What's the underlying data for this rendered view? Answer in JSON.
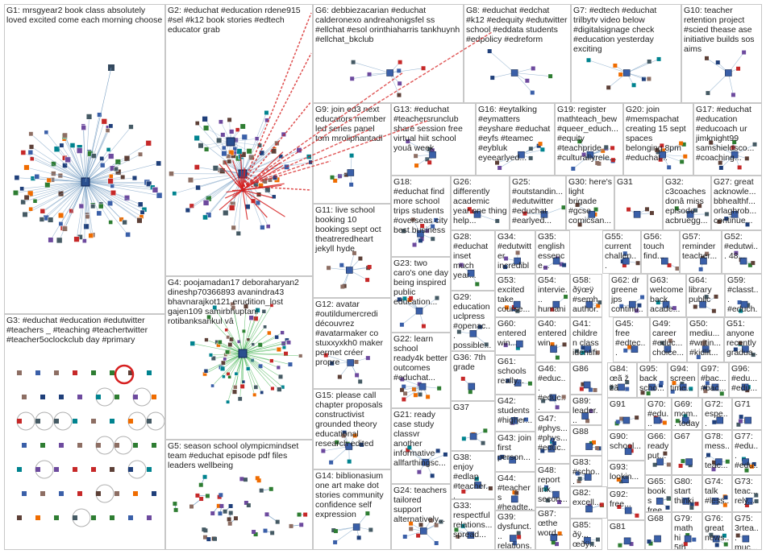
{
  "colors": {
    "edge": "#7aa0c4",
    "edge_dark": "#9ab8d6",
    "edge_red": "#d62020",
    "edge_green": "#3cb04a",
    "cell_border": "#c8c8c8",
    "label": "#222222",
    "node_palette": [
      "#1f3f7a",
      "#3a5fa8",
      "#6d4a9e",
      "#2e7d32",
      "#c62828",
      "#8d6e63",
      "#455a64",
      "#ef6c00",
      "#00838f",
      "#5d4037"
    ]
  },
  "groups": [
    {
      "id": "G1",
      "label": "G1: mrsgyear2 book class absolutely loved excited come each morning choose"
    },
    {
      "id": "G2",
      "label": "G2: #educhat #education rdene915 #sel #k12 book stories #edtech educator grab"
    },
    {
      "id": "G3",
      "label": "G3: #educhat #education #edutwitter #teachers _ #teaching #teachertwitter #teacher5oclockclub day #primary"
    },
    {
      "id": "G4",
      "label": "G4: poojamadan17 deboraharyan2 dineshp70366893 avanindra43 bhavnarajkot121 erudition_lost gajen109 samirbhuptani rotibanksankul vâ"
    },
    {
      "id": "G5",
      "label": "G5: season school olympicmindset team #educhat episode pdf files leaders wellbeing"
    },
    {
      "id": "G6",
      "label": "G6: debbiezacarian #educhat calderonexo andreahonigsfel ss #ellchat #esol orinthiaharris tankhuynh #ellchat_bkclub"
    },
    {
      "id": "G7",
      "label": "G7: #edtech #educhat trilbytv video below #digitalsignage check #education yesterday exciting"
    },
    {
      "id": "G8",
      "label": "G8: #educhat #edchat #k12 #edequity #edutwitter school #eddata students #edpolicy #edreform"
    },
    {
      "id": "G9",
      "label": "G9: join ed3 next educators member led series panel tom mroliphantadl"
    },
    {
      "id": "G10",
      "label": "G10: teacher retention project #scied thease ase initiative builds sos aims"
    },
    {
      "id": "G11",
      "label": "G11: live school booking 10 bookings sept oct theatreredheart jekyll hyde"
    },
    {
      "id": "G12",
      "label": "G12: avatar #outildumercredi découvrez #avatarmaker co stuxxyxkh0 maker permet créer propre"
    },
    {
      "id": "G13",
      "label": "G13: #educhat #teachersrunclub share session free virtual hiit school youâ week"
    },
    {
      "id": "G14",
      "label": "G14: biblionasium one art make dot stories community confidence self expression"
    },
    {
      "id": "G15",
      "label": "G15: please call chapter proposals constructivist grounded theory educational research edited"
    },
    {
      "id": "G16",
      "label": "G16: #eytalking #eymatters #eyshare #educhat #eyfs #teamec #eybluk eyeearlyed..."
    },
    {
      "id": "G17",
      "label": "G17: #educhat #education #educoach ur jimknight99 samshieldsco... #coaching..."
    },
    {
      "id": "G18",
      "label": "G18: #educhat find more school trips students #overseas city best business"
    },
    {
      "id": "G19",
      "label": "G19: register mathteach_bew #queer_educh... #equity #teachpride #culturallyrele..."
    },
    {
      "id": "G20",
      "label": "G20: join #memspachat creating 15 sept spaces belonging 8pm #educhat..."
    },
    {
      "id": "G21",
      "label": "G21: ready case study classvr another informative allfarthingsc..."
    },
    {
      "id": "G22",
      "label": "G22: learn school ready4k better outcomes #educhat..."
    },
    {
      "id": "G23",
      "label": "G23: two caro's one day being inspired public education..."
    },
    {
      "id": "G24",
      "label": "G24: teachers tailored support alternatively..."
    },
    {
      "id": "G25",
      "label": "G25: #outstandin... #edutwitter #educhat #earlyed..."
    },
    {
      "id": "G26",
      "label": "G26: differently academic year one thing help..."
    },
    {
      "id": "G27",
      "label": "G27: great acknowle... bbhealthf... orlaghrob... continue..."
    },
    {
      "id": "G28",
      "label": "G28: #educhat inset much year..."
    },
    {
      "id": "G29",
      "label": "G29: education uclpress #openac... possible..."
    },
    {
      "id": "G30",
      "label": "G30: here's light brigade #gcse comicsan..."
    },
    {
      "id": "G31",
      "label": "G31"
    },
    {
      "id": "G32",
      "label": "G32: c3coaches donâ miss episode acbruegg..."
    },
    {
      "id": "G33",
      "label": "G33: respectful relations... spread..."
    },
    {
      "id": "G34",
      "label": "G34: #edutwitter incredibly..."
    },
    {
      "id": "G35",
      "label": "G35: english essence..."
    },
    {
      "id": "G36",
      "label": "G36: 7th grade"
    },
    {
      "id": "G37",
      "label": "G37"
    },
    {
      "id": "G38",
      "label": "G38: enjoy #edlap #teacher..."
    },
    {
      "id": "G39",
      "label": "G39: dysfunct... relations..."
    },
    {
      "id": "G40",
      "label": "G40: entered win..."
    },
    {
      "id": "G41",
      "label": "G41: children class identifi..."
    },
    {
      "id": "G42",
      "label": "G42: students #higher..."
    },
    {
      "id": "G43",
      "label": "G43: join first person..."
    },
    {
      "id": "G44",
      "label": "G44: #teachers #headte..."
    },
    {
      "id": "G45",
      "label": "G45: free #edtec..."
    },
    {
      "id": "G46",
      "label": "G46: #educ... #educ..."
    },
    {
      "id": "G47",
      "label": "G47: #phys... #phys... #educ..."
    },
    {
      "id": "G48",
      "label": "G48: report link secon..."
    },
    {
      "id": "G49",
      "label": "G49: career #educ... choice..."
    },
    {
      "id": "G50",
      "label": "G50: mediu... #writin... #kidlit..."
    },
    {
      "id": "G51",
      "label": "G51: anyone recently gradua..."
    },
    {
      "id": "G52",
      "label": "G52: #edutwi... 48..."
    },
    {
      "id": "G53",
      "label": "G53: excited take course..."
    },
    {
      "id": "G54",
      "label": "G54: intervie... humani... school..."
    },
    {
      "id": "G55",
      "label": "G55: current challen..."
    },
    {
      "id": "G56",
      "label": "G56: touch find..."
    },
    {
      "id": "G57",
      "label": "G57: reminder teacher..."
    },
    {
      "id": "G58",
      "label": "G58: ðÿœÿ #semh author..."
    },
    {
      "id": "G59",
      "label": "G59: #classt... #educh... kridijul..."
    },
    {
      "id": "G60",
      "label": "G60: entered win..."
    },
    {
      "id": "G61",
      "label": "G61: schools really..."
    },
    {
      "id": "G62",
      "label": "G62: dr greene jps continu..."
    },
    {
      "id": "G63",
      "label": "G63: welcome back acade..."
    },
    {
      "id": "G64",
      "label": "G64: library public"
    },
    {
      "id": "G65",
      "label": "G65: books free..."
    },
    {
      "id": "G66",
      "label": "G66: ready put..."
    },
    {
      "id": "G67",
      "label": "G67"
    },
    {
      "id": "G68",
      "label": "G68"
    },
    {
      "id": "G69",
      "label": "G69: mom... today"
    },
    {
      "id": "G70",
      "label": "G70: #edu... #edu..."
    },
    {
      "id": "G71",
      "label": "G71"
    },
    {
      "id": "G72",
      "label": "G72: espe... teac..."
    },
    {
      "id": "G73",
      "label": "G73: teac... rely..."
    },
    {
      "id": "G74",
      "label": "G74: talk #less..."
    },
    {
      "id": "G75",
      "label": "G75: 3rtea... muc..."
    },
    {
      "id": "G76",
      "label": "G76: great news..."
    },
    {
      "id": "G77",
      "label": "G77: #edu... #edu..."
    },
    {
      "id": "G78",
      "label": "G78: mess... teac..."
    },
    {
      "id": "G79",
      "label": "G79: math hi 5th..."
    },
    {
      "id": "G80",
      "label": "G80: start thinki..."
    },
    {
      "id": "G81",
      "label": "G81"
    },
    {
      "id": "G82",
      "label": "G82: excell..."
    },
    {
      "id": "G83",
      "label": "G83: #scho..."
    },
    {
      "id": "G84",
      "label": "G84: œã ž žã"
    },
    {
      "id": "G85",
      "label": "G85: ðÿ... œðÿ..."
    },
    {
      "id": "G86",
      "label": "G86"
    },
    {
      "id": "G87",
      "label": "G87: œthe word..."
    },
    {
      "id": "G88",
      "label": "G88"
    },
    {
      "id": "G89",
      "label": "G89: leader..."
    },
    {
      "id": "G90",
      "label": "G90: school..."
    },
    {
      "id": "G91",
      "label": "G91"
    },
    {
      "id": "G92",
      "label": "G92: free..."
    },
    {
      "id": "G93",
      "label": "G93: lookin..."
    },
    {
      "id": "G94",
      "label": "G94: screen time..."
    },
    {
      "id": "G95",
      "label": "G95: back scho..."
    },
    {
      "id": "G96",
      "label": "G96: #edu... #edu..."
    },
    {
      "id": "G97",
      "label": "G97: #bac... #bac..."
    }
  ]
}
